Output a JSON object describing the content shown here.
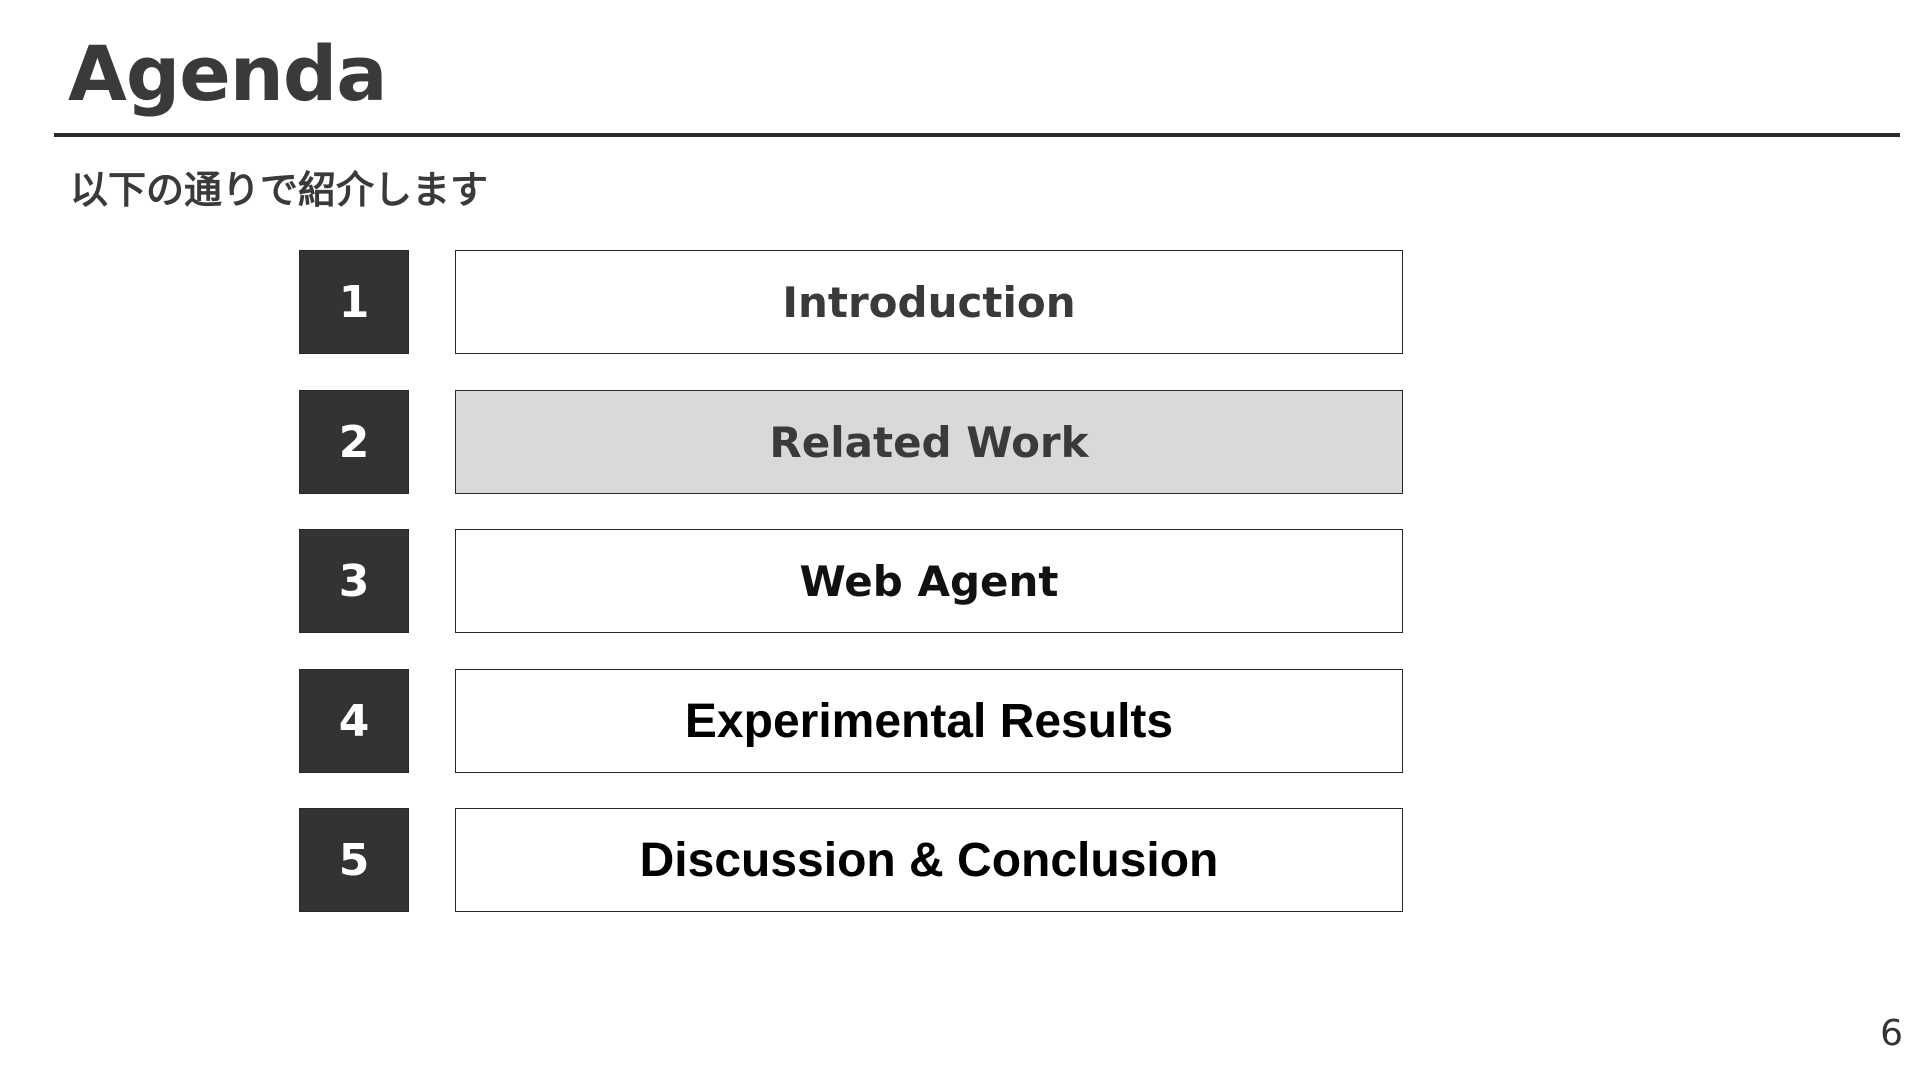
{
  "slide": {
    "title": "Agenda",
    "subtitle": "以下の通りで紹介します",
    "page_number": "6"
  },
  "agenda": {
    "items": [
      {
        "number": "1",
        "label": "Introduction",
        "highlighted": false
      },
      {
        "number": "2",
        "label": "Related Work",
        "highlighted": true
      },
      {
        "number": "3",
        "label": "Web Agent",
        "highlighted": false
      },
      {
        "number": "4",
        "label": "Experimental Results",
        "highlighted": false
      },
      {
        "number": "5",
        "label": "Discussion & Conclusion",
        "highlighted": false
      }
    ]
  },
  "colors": {
    "number_box": "#333333",
    "highlight": "#d9d9d9",
    "rule": "#2b2b2b"
  }
}
